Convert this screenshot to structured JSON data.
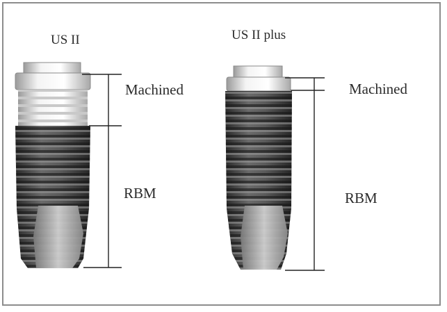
{
  "figure": {
    "implants": [
      {
        "id": "us2",
        "title": "US II",
        "segments": [
          {
            "label": "Machined"
          },
          {
            "label": "RBM"
          }
        ]
      },
      {
        "id": "us2plus",
        "title": "US II plus",
        "segments": [
          {
            "label": "Machined"
          },
          {
            "label": "RBM"
          }
        ]
      }
    ]
  }
}
